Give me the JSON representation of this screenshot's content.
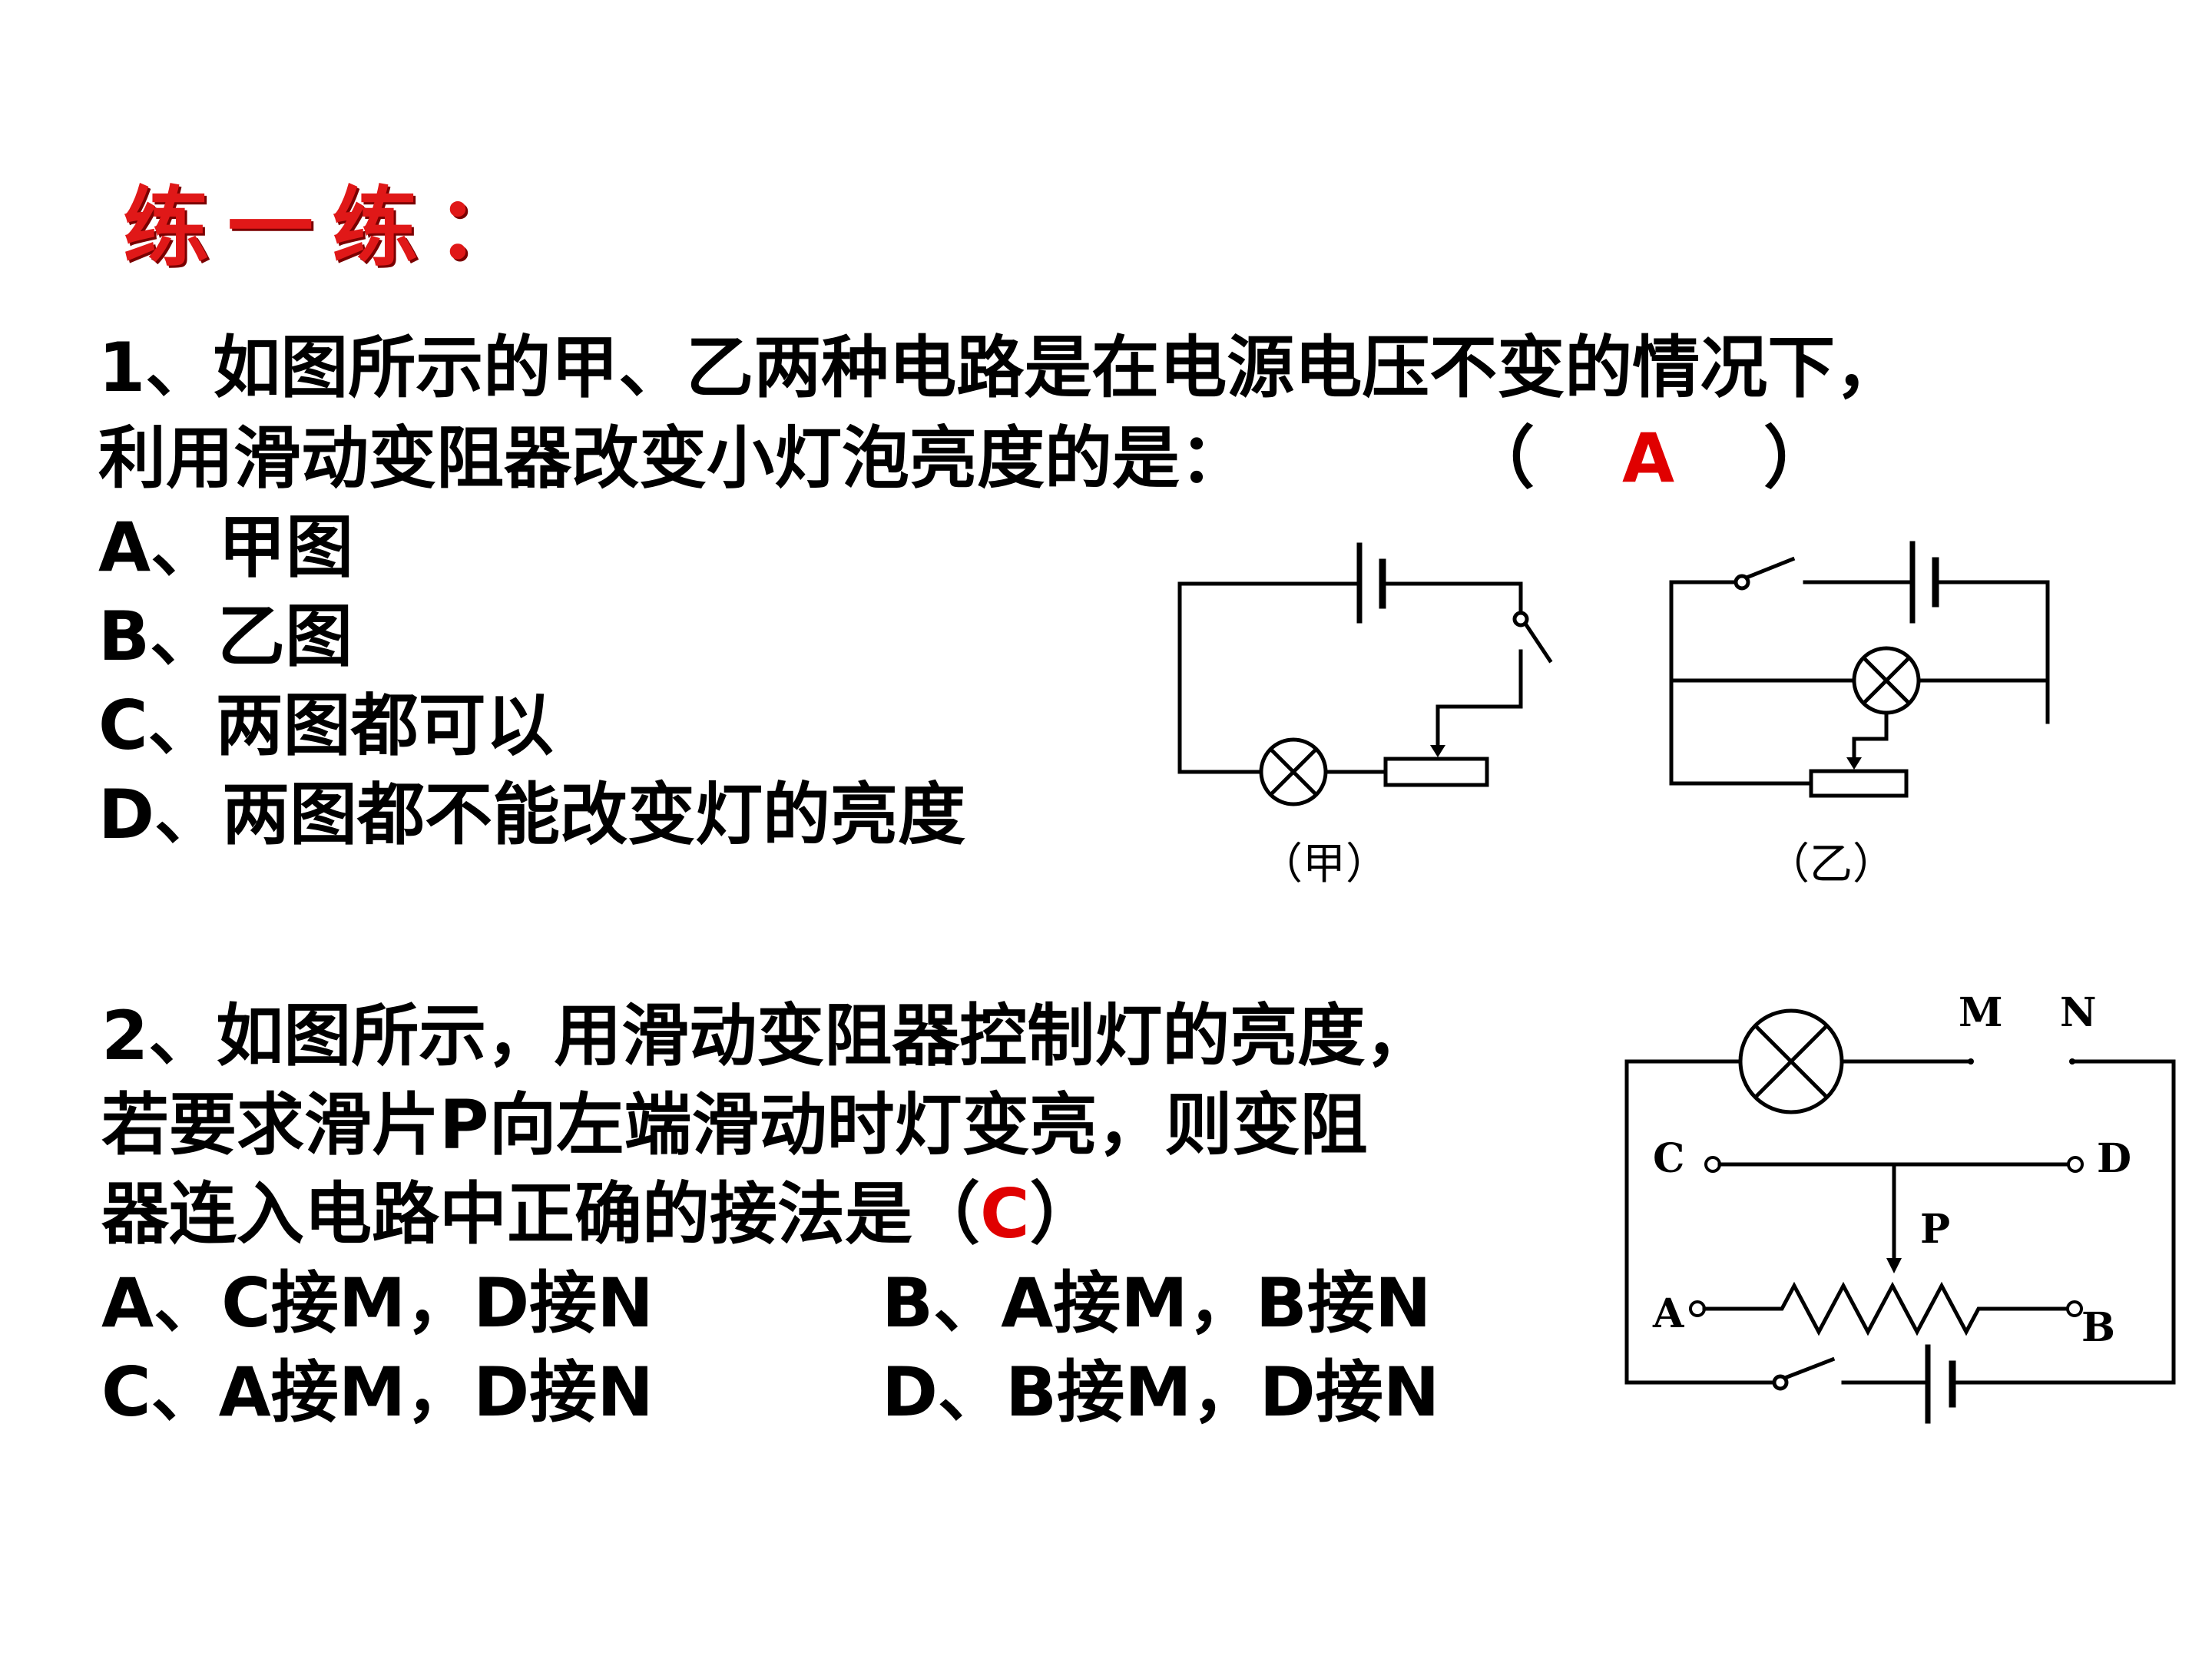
{
  "title": "练一练：",
  "q1": {
    "line1": "1、如图所示的甲、乙两种电路是在电源电压不变的情况下，",
    "line2": "利用滑动变阻器改变小灯泡亮度的是：",
    "paren_open": "（",
    "answer": "A",
    "paren_close": "）",
    "options": [
      "A、甲图",
      "B、乙图",
      "C、两图都可以",
      "D、两图都不能改变灯的亮度"
    ],
    "caption_left": "（甲）",
    "caption_right": "（乙）"
  },
  "q2": {
    "line1": "2、如图所示，用滑动变阻器控制灯的亮度，",
    "line2": "若要求滑片P向左端滑动时灯变亮，则变阻",
    "line3_prefix": "器连入电路中正确的接法是（",
    "answer": "C",
    "line3_suffix": "）",
    "options": [
      "A、C接M，D接N",
      "B、A接M，B接N",
      "C、A接M，D接N",
      "D、B接M，D接N"
    ],
    "labels": {
      "M": "M",
      "N": "N",
      "C": "C",
      "D": "D",
      "P": "P",
      "A": "A",
      "B": "B"
    }
  }
}
